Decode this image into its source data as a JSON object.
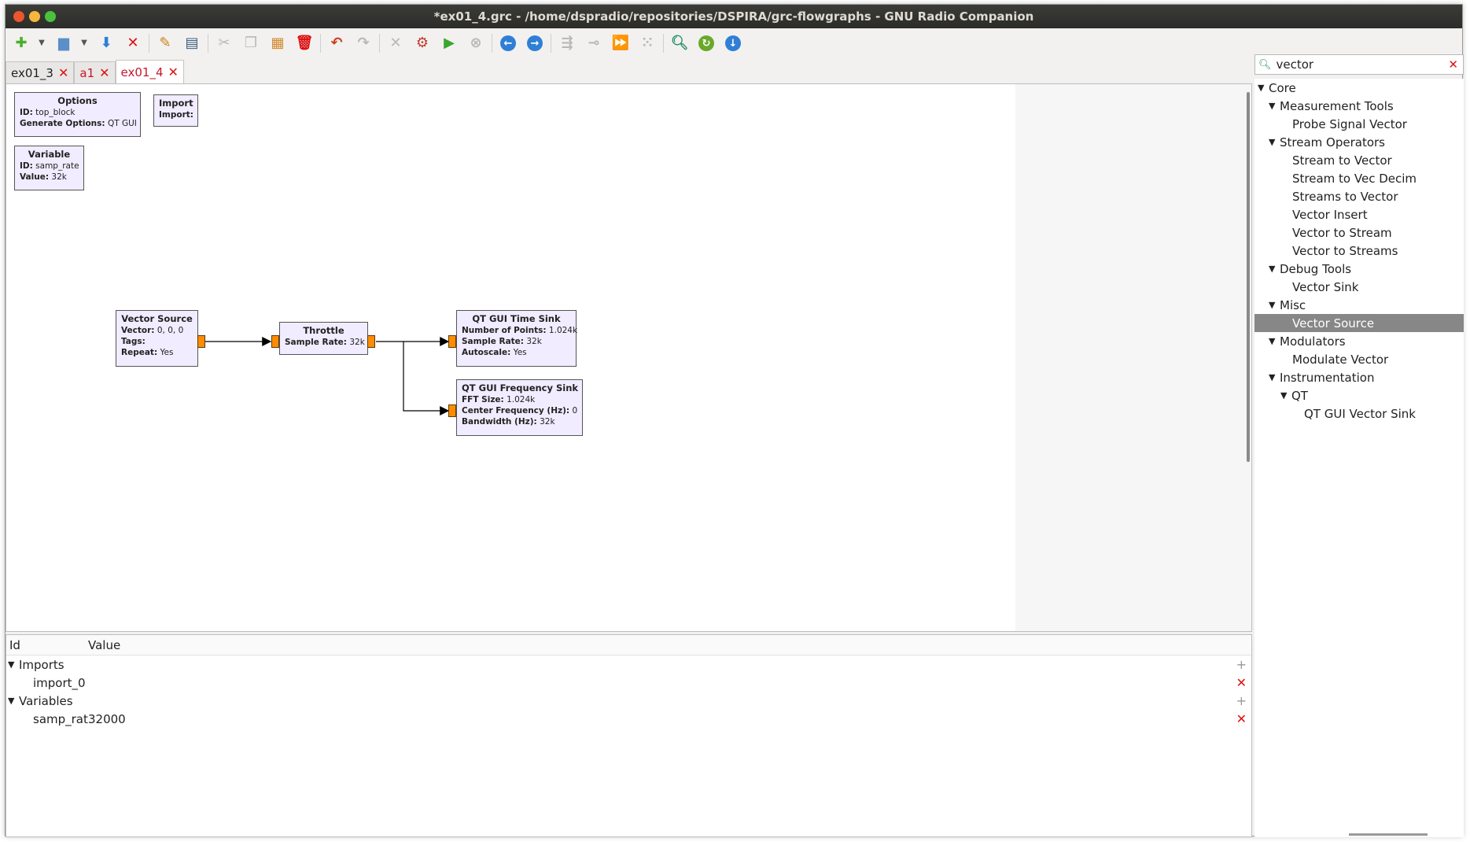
{
  "window": {
    "title": "*ex01_4.grc - /home/dspradio/repositories/DSPIRA/grc-flowgraphs - GNU Radio Companion"
  },
  "tabs": [
    {
      "label": "ex01_3",
      "active": false
    },
    {
      "label": "a1",
      "active": false
    },
    {
      "label": "ex01_4",
      "active": true
    }
  ],
  "blocks": {
    "options": {
      "title": "Options",
      "id_label": "ID:",
      "id_value": "top_block",
      "gen_label": "Generate Options:",
      "gen_value": "QT GUI"
    },
    "import": {
      "title": "Import",
      "import_label": "Import:"
    },
    "variable": {
      "title": "Variable",
      "id_label": "ID:",
      "id_value": "samp_rate",
      "value_label": "Value:",
      "value_value": "32k"
    },
    "vector_source": {
      "title": "Vector Source",
      "vector_label": "Vector:",
      "vector_value": "0, 0, 0",
      "tags_label": "Tags:",
      "repeat_label": "Repeat:",
      "repeat_value": "Yes"
    },
    "throttle": {
      "title": "Throttle",
      "rate_label": "Sample Rate:",
      "rate_value": "32k"
    },
    "time_sink": {
      "title": "QT GUI Time Sink",
      "points_label": "Number of Points:",
      "points_value": "1.024k",
      "rate_label": "Sample Rate:",
      "rate_value": "32k",
      "auto_label": "Autoscale:",
      "auto_value": "Yes"
    },
    "freq_sink": {
      "title": "QT GUI Frequency Sink",
      "fft_label": "FFT Size:",
      "fft_value": "1.024k",
      "cf_label": "Center Frequency (Hz):",
      "cf_value": "0",
      "bw_label": "Bandwidth (Hz):",
      "bw_value": "32k"
    }
  },
  "vars": {
    "header_id": "Id",
    "header_value": "Value",
    "imports_label": "Imports",
    "import_0": "import_0",
    "variables_label": "Variables",
    "samp_rate_id": "samp_rat",
    "samp_rate_value": "32000"
  },
  "search": {
    "value": "vector"
  },
  "tree": {
    "core": "Core",
    "measurement_tools": "Measurement Tools",
    "probe_signal_vector": "Probe Signal Vector",
    "stream_operators": "Stream Operators",
    "stream_to_vector": "Stream to Vector",
    "stream_to_vec_decim": "Stream to Vec Decim",
    "streams_to_vector": "Streams to Vector",
    "vector_insert": "Vector Insert",
    "vector_to_stream": "Vector to Stream",
    "vector_to_streams": "Vector to Streams",
    "debug_tools": "Debug Tools",
    "vector_sink": "Vector Sink",
    "misc": "Misc",
    "vector_source": "Vector Source",
    "modulators": "Modulators",
    "modulate_vector": "Modulate Vector",
    "instrumentation": "Instrumentation",
    "qt": "QT",
    "qt_gui_vector_sink": "QT GUI Vector Sink"
  },
  "colors": {
    "accent_red": "#c7162b",
    "block_fill": "#f1ecff",
    "port": "#ff8c00",
    "selected": "#878787"
  }
}
